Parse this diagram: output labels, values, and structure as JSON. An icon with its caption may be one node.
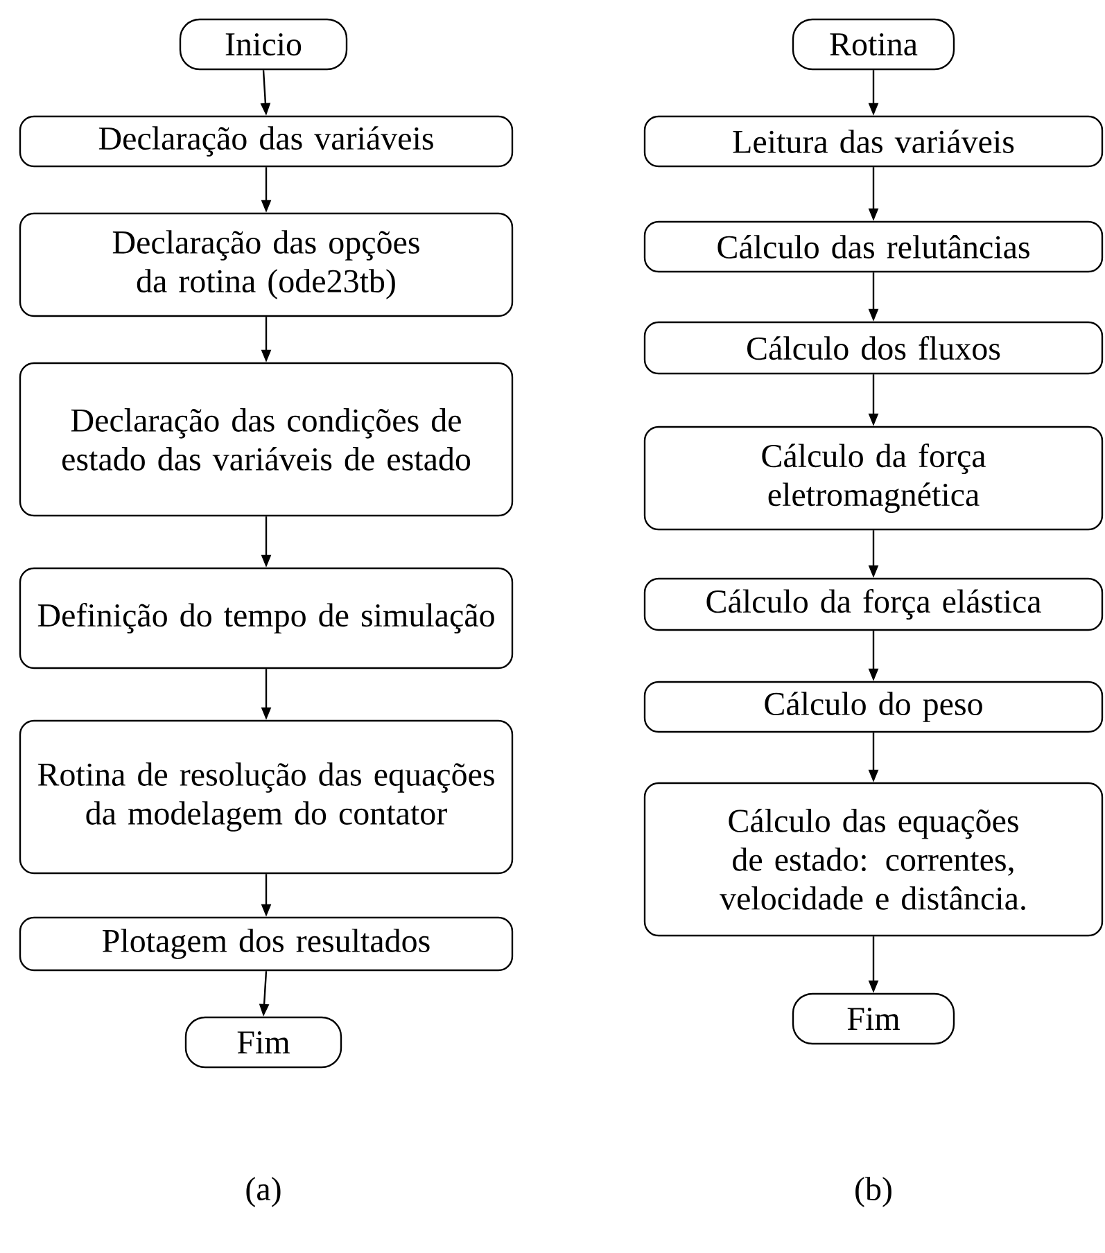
{
  "diagram": {
    "nodes": [
      {
        "text": [
          "Inicio"
        ]
      },
      {
        "text": [
          "Declaração das variáveis"
        ]
      },
      {
        "text": [
          "Declaração das opções da rotina (ode23tb)"
        ]
      },
      {
        "text": [
          "Declaração das condições de estado das variáveis de estado"
        ]
      },
      {
        "text": [
          "Definição do tempo de simulação"
        ]
      },
      {
        "text": [
          "Rotina de resolução das equações da modelagem do contator"
        ]
      },
      {
        "text": [
          "Plotagem dos resultados"
        ]
      },
      {
        "text": [
          "Fim"
        ]
      },
      {
        "text": [
          "Rotina"
        ]
      },
      {
        "text": [
          "Leitura das variáveis"
        ]
      },
      {
        "text": [
          "Cálculo das relutâncias"
        ]
      },
      {
        "text": [
          "Cálculo dos fluxos"
        ]
      },
      {
        "text": [
          "Cálculo da força eletromagnética"
        ]
      },
      {
        "text": [
          "Cálculo da força elástica"
        ]
      },
      {
        "text": [
          "Cálculo do peso"
        ]
      },
      {
        "text": [
          "Cálculo das equações de estado: correntes, velocidade e distância."
        ]
      },
      {
        "text": [
          "Fim"
        ]
      }
    ],
    "edges": [
      {
        "from": 0,
        "to": 1,
        "arrow": "to"
      },
      {
        "from": 1,
        "to": 2,
        "arrow": "to"
      },
      {
        "from": 2,
        "to": 3,
        "arrow": "to"
      },
      {
        "from": 3,
        "to": 4,
        "arrow": "to"
      },
      {
        "from": 4,
        "to": 5,
        "arrow": "to"
      },
      {
        "from": 5,
        "to": 6,
        "arrow": "to"
      },
      {
        "from": 6,
        "to": 7,
        "arrow": "to"
      },
      {
        "from": 8,
        "to": 9,
        "arrow": "to"
      },
      {
        "from": 9,
        "to": 10,
        "arrow": "to"
      },
      {
        "from": 10,
        "to": 11,
        "arrow": "to"
      },
      {
        "from": 11,
        "to": 12,
        "arrow": "to"
      },
      {
        "from": 12,
        "to": 13,
        "arrow": "to"
      },
      {
        "from": 13,
        "to": 14,
        "arrow": "to"
      },
      {
        "from": 14,
        "to": 15,
        "arrow": "to"
      },
      {
        "from": 15,
        "to": 16,
        "arrow": "to"
      }
    ],
    "labels": [
      "(a)",
      "(b)"
    ]
  }
}
